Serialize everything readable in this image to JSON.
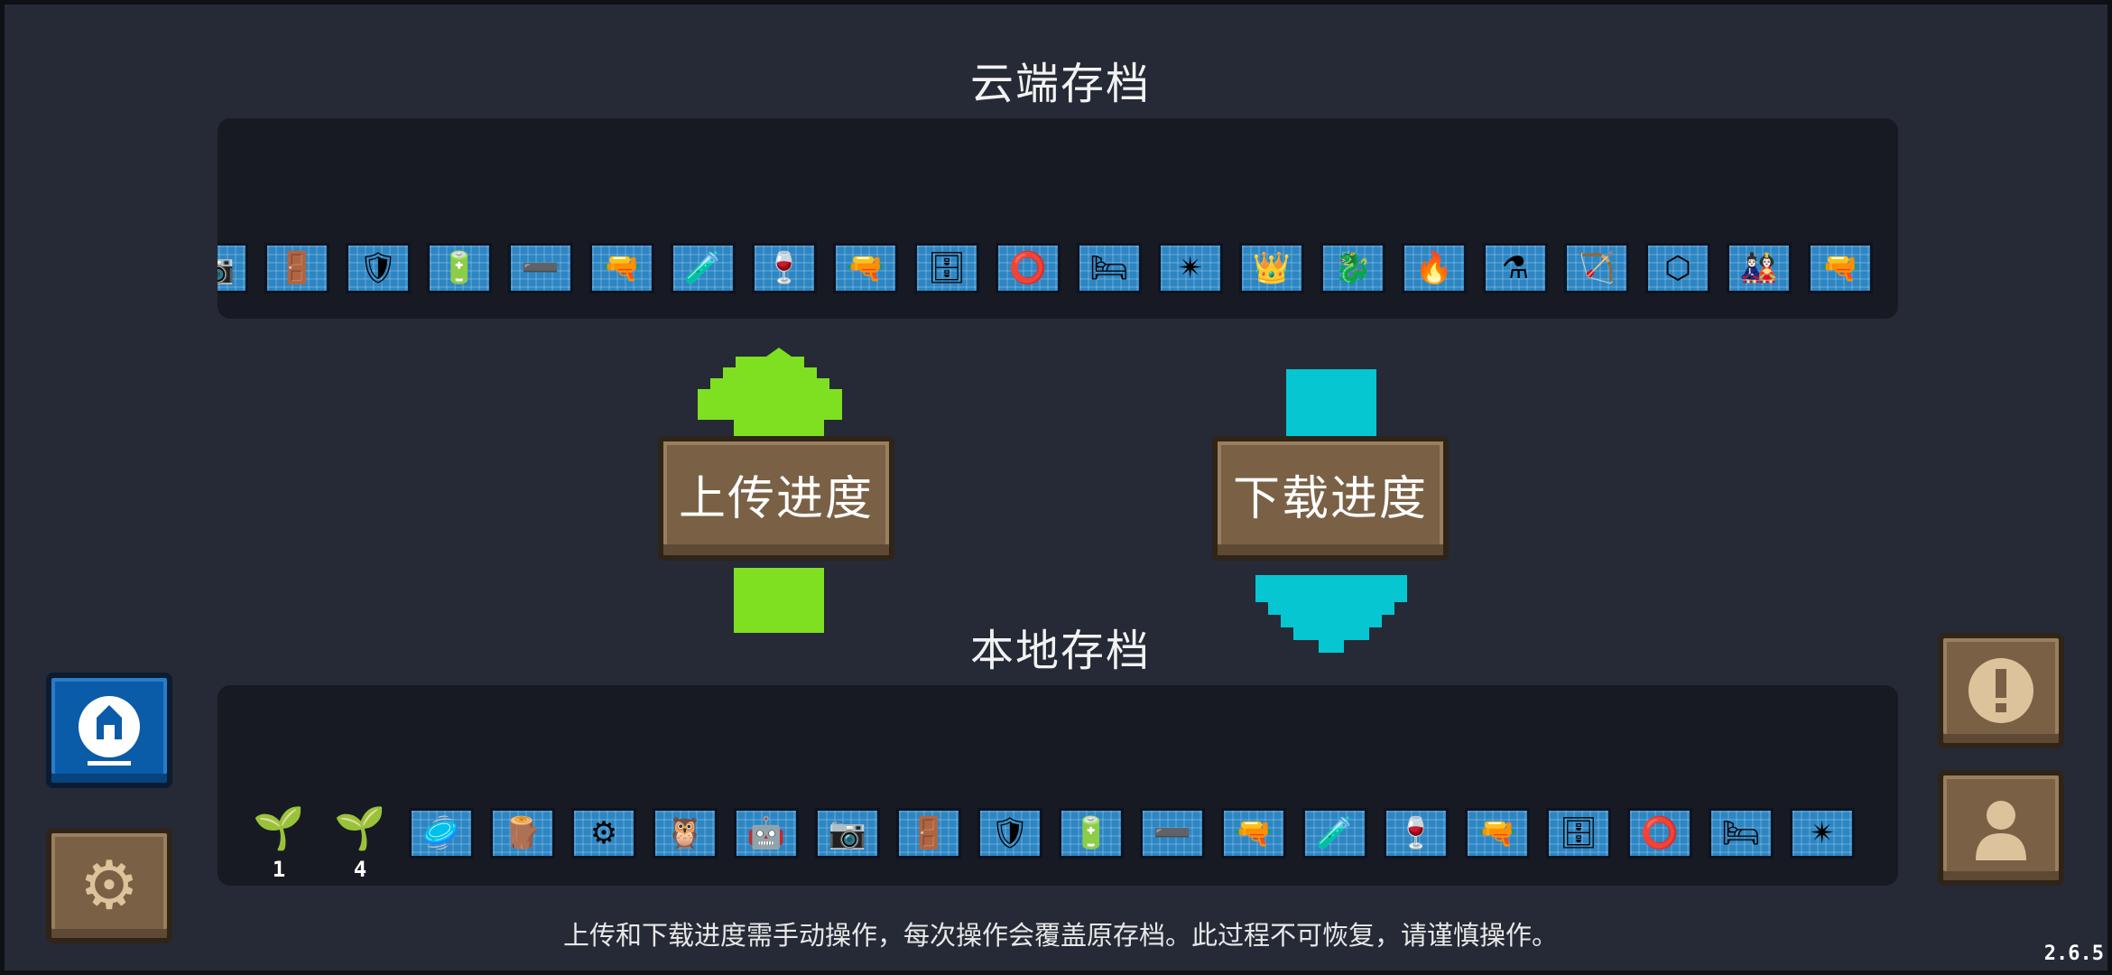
{
  "cloud": {
    "title": "云端存档",
    "items": [
      {
        "icon": "camera-icon",
        "glyph": "📷"
      },
      {
        "icon": "wooden-door-icon",
        "glyph": "🚪"
      },
      {
        "icon": "round-shield-icon",
        "glyph": "🛡"
      },
      {
        "icon": "battery-icon",
        "glyph": "🔋"
      },
      {
        "icon": "spear-icon",
        "glyph": "➖"
      },
      {
        "icon": "revolver-icon",
        "glyph": "🔫"
      },
      {
        "icon": "blue-potion-icon",
        "glyph": "🧪"
      },
      {
        "icon": "red-potion-icon",
        "glyph": "🍷"
      },
      {
        "icon": "green-gun-icon",
        "glyph": "🔫"
      },
      {
        "icon": "vending-machine-icon",
        "glyph": "🗄"
      },
      {
        "icon": "golden-ring-icon",
        "glyph": "⭕"
      },
      {
        "icon": "red-bed-icon",
        "glyph": "🛏"
      },
      {
        "icon": "shuriken-icon",
        "glyph": "✴"
      },
      {
        "icon": "royal-staff-icon",
        "glyph": "👑"
      },
      {
        "icon": "green-dragon-icon",
        "glyph": "🐉"
      },
      {
        "icon": "torch-icon",
        "glyph": "🔥"
      },
      {
        "icon": "purple-potion-icon",
        "glyph": "⚗"
      },
      {
        "icon": "crossbow-icon",
        "glyph": "🏹"
      },
      {
        "icon": "mirror-icon",
        "glyph": "⬡"
      },
      {
        "icon": "red-hat-doll-icon",
        "glyph": "🎎"
      },
      {
        "icon": "red-blaster-icon",
        "glyph": "🔫"
      }
    ]
  },
  "upload_label": "上传进度",
  "download_label": "下载进度",
  "local": {
    "title": "本地存档",
    "seeds": [
      {
        "icon": "seed-sprout-icon",
        "glyph": "🌱",
        "qty": "1"
      },
      {
        "icon": "seed-sprout-icon",
        "glyph": "🌱",
        "qty": "4"
      }
    ],
    "items": [
      {
        "icon": "green-hat-icon",
        "glyph": "🥏"
      },
      {
        "icon": "wood-logs-icon",
        "glyph": "🪵"
      },
      {
        "icon": "gatling-icon",
        "glyph": "⚙"
      },
      {
        "icon": "owl-mask-icon",
        "glyph": "🦉"
      },
      {
        "icon": "robot-cat-icon",
        "glyph": "🤖"
      },
      {
        "icon": "camera-icon",
        "glyph": "📷"
      },
      {
        "icon": "wooden-door-icon",
        "glyph": "🚪"
      },
      {
        "icon": "round-shield-icon",
        "glyph": "🛡"
      },
      {
        "icon": "battery-icon",
        "glyph": "🔋"
      },
      {
        "icon": "spear-icon",
        "glyph": "➖"
      },
      {
        "icon": "revolver-icon",
        "glyph": "🔫"
      },
      {
        "icon": "blue-potion-icon",
        "glyph": "🧪"
      },
      {
        "icon": "red-potion-icon",
        "glyph": "🍷"
      },
      {
        "icon": "green-gun-icon",
        "glyph": "🔫"
      },
      {
        "icon": "vending-machine-icon",
        "glyph": "🗄"
      },
      {
        "icon": "golden-ring-icon",
        "glyph": "⭕"
      },
      {
        "icon": "red-bed-icon",
        "glyph": "🛏"
      },
      {
        "icon": "shuriken-icon",
        "glyph": "✴"
      }
    ]
  },
  "note": "上传和下载进度需手动操作，每次操作会覆盖原存档。此过程不可恢复，请谨慎操作。",
  "version": "2.6.5",
  "colors": {
    "upload_arrow": "#7fe021",
    "download_arrow": "#06c6d2",
    "button_wood": "#7a6145",
    "publisher_blue": "#0a5ba8"
  }
}
